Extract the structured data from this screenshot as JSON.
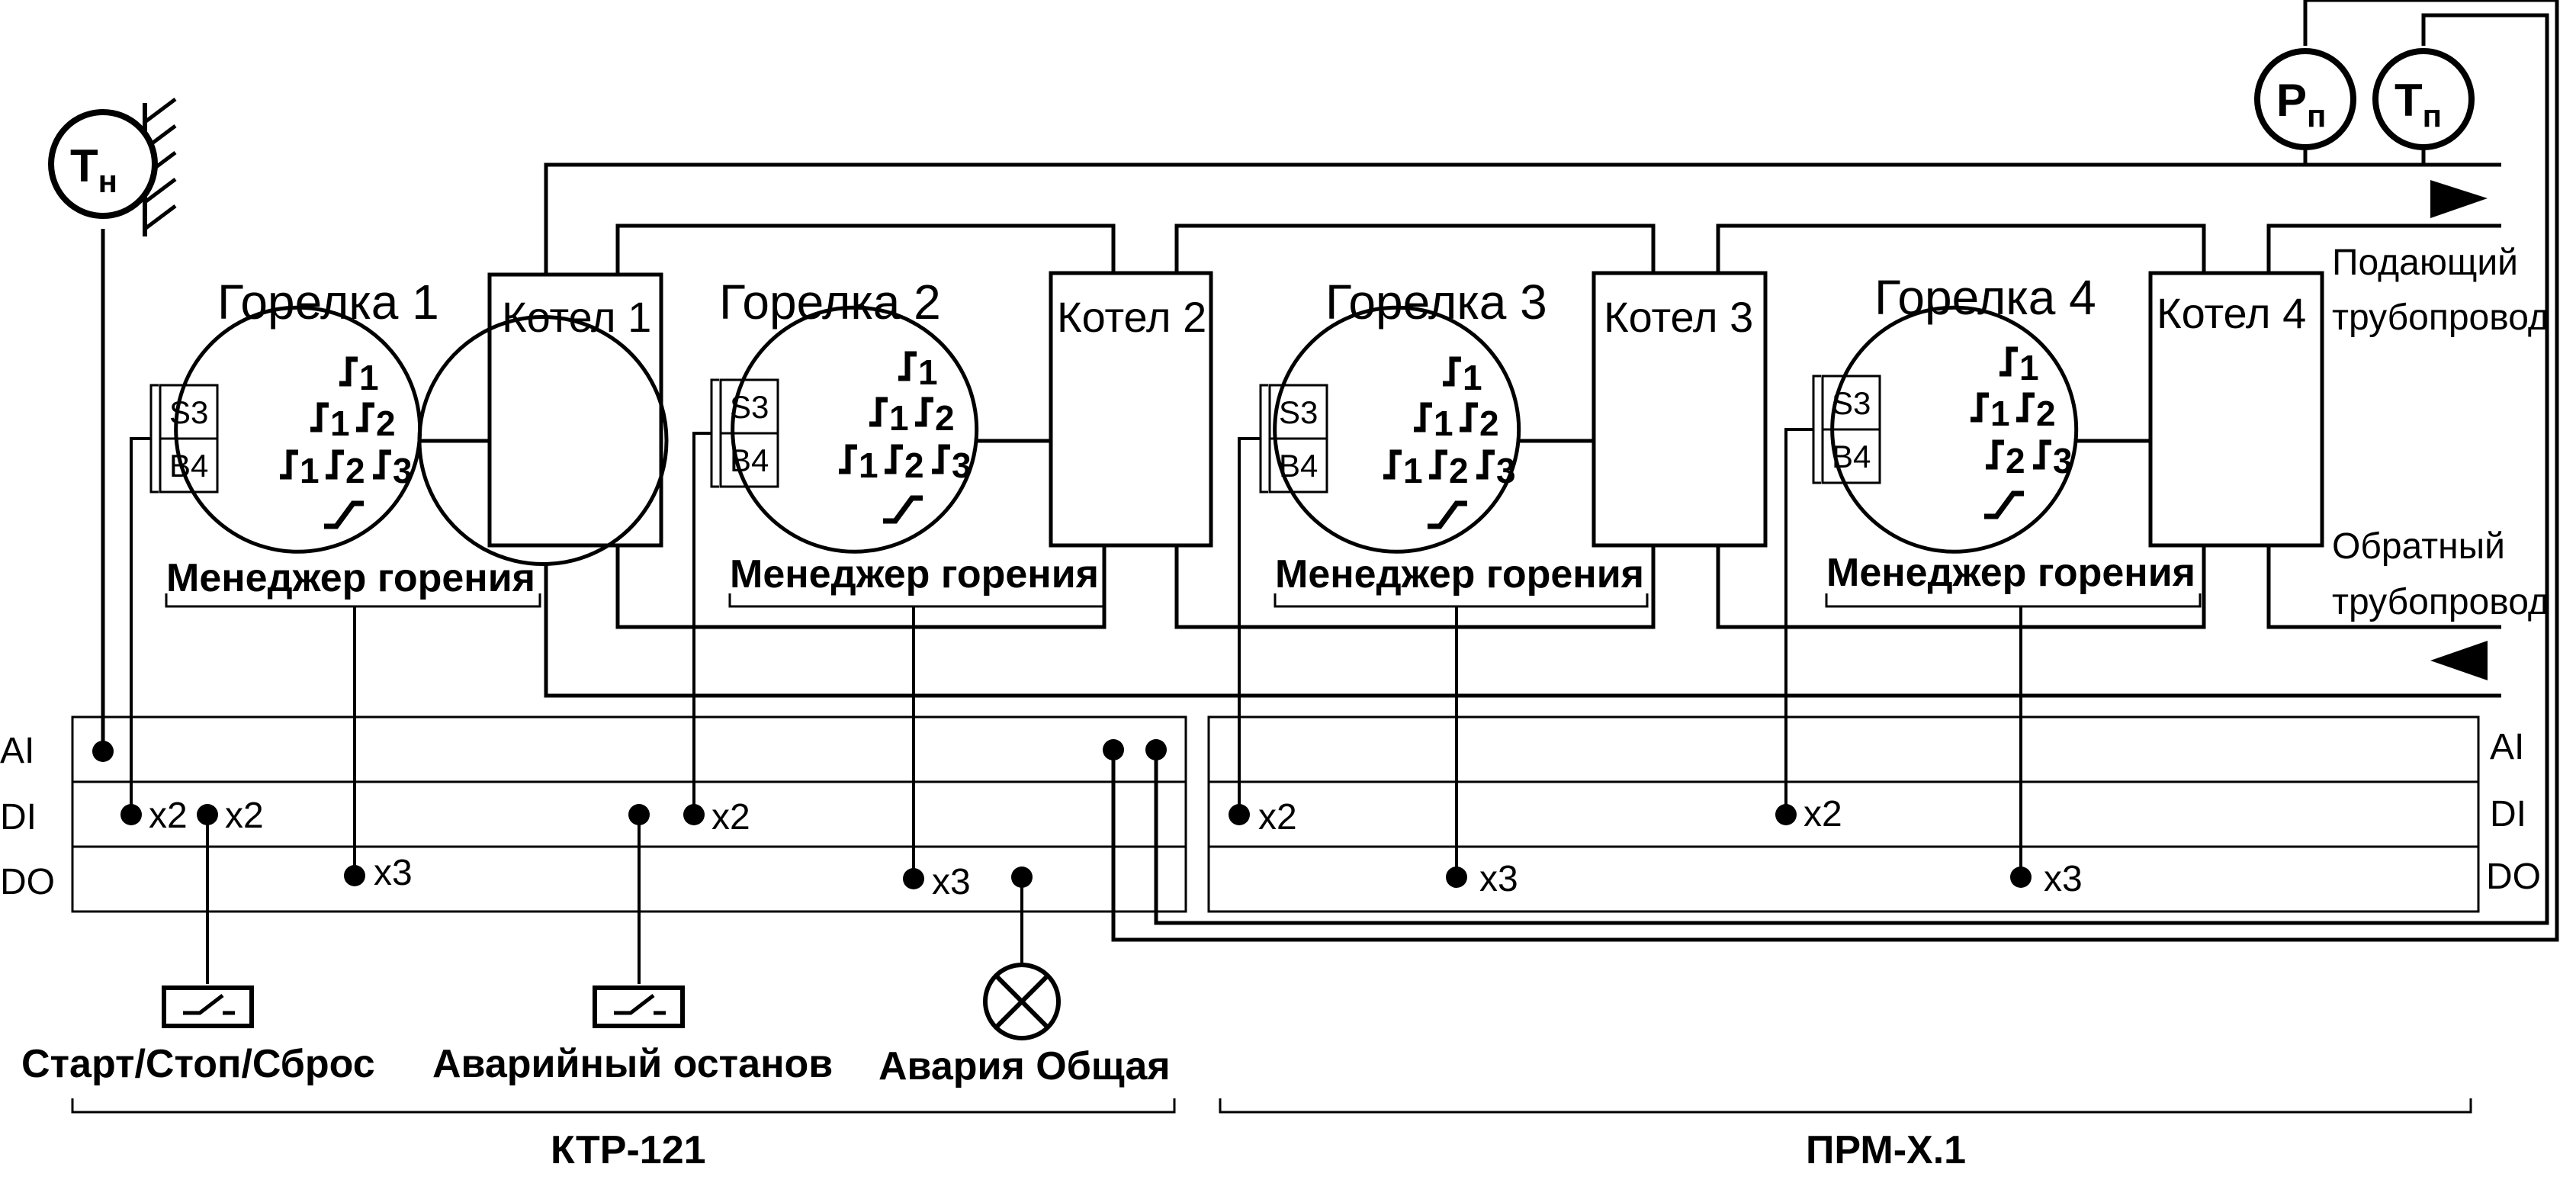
{
  "sensors": {
    "outdoor_temp": {
      "main": "T",
      "sub": "н"
    },
    "pressure": {
      "main": "P",
      "sub": "п"
    },
    "supply_temp": {
      "main": "T",
      "sub": "п"
    }
  },
  "burners": [
    {
      "title": "Горелка 1",
      "boiler": "Котел 1",
      "s_label": "S3",
      "b_label": "B4",
      "manager": "Менеджер горения"
    },
    {
      "title": "Горелка 2",
      "boiler": "Котел 2",
      "s_label": "S3",
      "b_label": "B4",
      "manager": "Менеджер горения"
    },
    {
      "title": "Горелка 3",
      "boiler": "Котел 3",
      "s_label": "S3",
      "b_label": "B4",
      "manager": "Менеджер горения"
    },
    {
      "title": "Горелка 4",
      "boiler": "Котел 4",
      "s_label": "S3",
      "b_label": "B4",
      "manager": "Менеджер горения"
    }
  ],
  "stage_subs": [
    "1",
    "2",
    "3"
  ],
  "pipes": {
    "supply": [
      "Подающий",
      "трубопровод"
    ],
    "return": [
      "Обратный",
      "трубопровод"
    ]
  },
  "rows": {
    "ai": "AI",
    "di": "DI",
    "do": "DO"
  },
  "multipliers": {
    "x2": "x2",
    "x3": "x3"
  },
  "devices": {
    "start_stop": "Старт/Стоп/Сброс",
    "emergency_stop": "Аварийный останов",
    "alarm": "Авария Общая"
  },
  "controllers": {
    "left": "КТР-121",
    "right": "ПРМ-Х.1"
  },
  "colors": {
    "line": "#000000",
    "background": "#ffffff"
  }
}
